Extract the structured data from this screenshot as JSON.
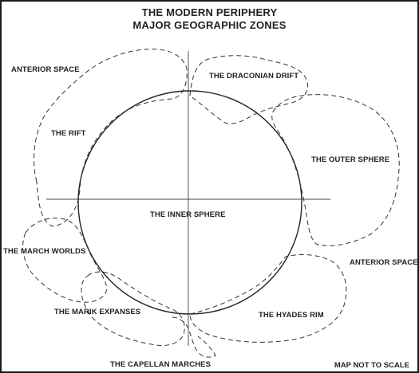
{
  "map": {
    "title_line1": "THE MODERN PERIPHERY",
    "title_line2": "MAJOR GEOGRAPHIC ZONES",
    "zones": {
      "anterior_space_left": "ANTERIOR SPACE",
      "draconian_drift": "THE DRACONIAN DRIFT",
      "the_rift": "THE RIFT",
      "outer_sphere": "THE OUTER SPHERE",
      "inner_sphere": "THE INNER SPHERE",
      "march_worlds": "THE MARCH WORLDS",
      "anterior_space_right": "ANTERIOR SPACE",
      "marik_expanses": "THE MARIK EXPANSES",
      "hyades_rim": "THE HYADES RIM",
      "capellan_marches": "THE CAPELLAN MARCHES"
    },
    "scale_note": "MAP NOT TO SCALE",
    "colors": {
      "ink": "#222222",
      "background": "#ffffff"
    }
  }
}
